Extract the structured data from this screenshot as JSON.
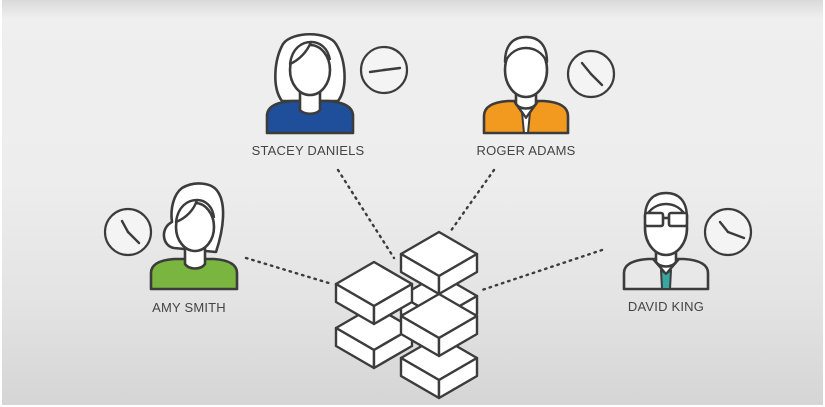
{
  "people": [
    {
      "name": "STACEY DANIELS",
      "shirt_color": "#1f4e9a",
      "clock": "clock-icon"
    },
    {
      "name": "ROGER ADAMS",
      "shirt_color": "#f29a1f",
      "clock": "clock-icon"
    },
    {
      "name": "AMY SMITH",
      "shirt_color": "#7ab540",
      "clock": "clock-icon"
    },
    {
      "name": "DAVID KING",
      "shirt_color": "#e8e8e8",
      "tie_color": "#3aa6a0",
      "clock": "clock-icon"
    }
  ],
  "center": {
    "icon": "server-stack-icon"
  },
  "colors": {
    "outline": "#3c3c3c",
    "background": "#ececec"
  }
}
